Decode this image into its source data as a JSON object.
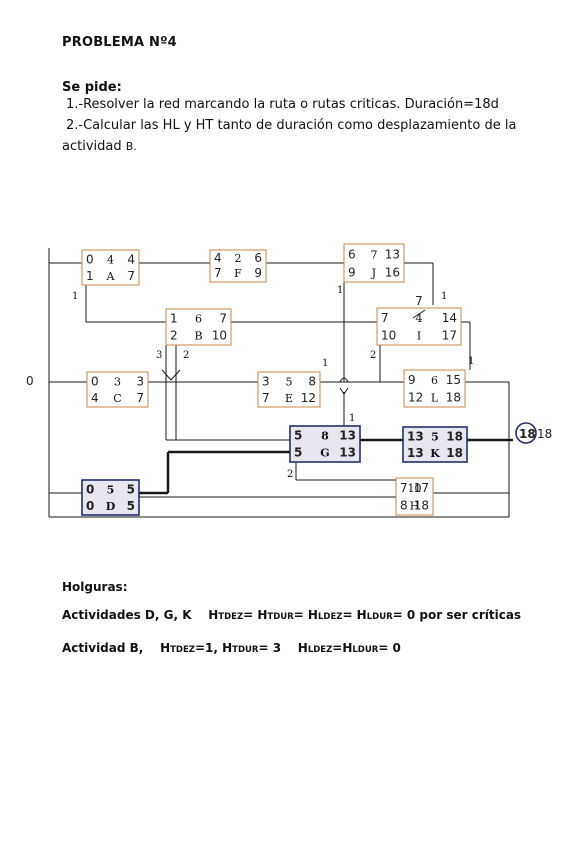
{
  "header": {
    "title": "PROBLEMA Nº4",
    "section": "Se pide:",
    "item1": "1.-Resolver la red  marcando la ruta o rutas criticas. Duración=18d",
    "item2a": "2.-Calcular las HL y HT  tanto  de duración como desplazamiento de la",
    "item2b": "actividad",
    "item2c": "B."
  },
  "diagram": {
    "start_node": "0",
    "end_node": "18",
    "end_note": "18",
    "activities": [
      {
        "id": "A",
        "es": "0",
        "dur": "4",
        "ef": "4",
        "ls": "1",
        "lf": "7",
        "critical": false
      },
      {
        "id": "F",
        "es": "4",
        "dur": "2",
        "ef": "6",
        "ls": "7",
        "lf": "9",
        "critical": false
      },
      {
        "id": "J",
        "es": "6",
        "dur": "7",
        "ef": "13",
        "ls": "9",
        "lf": "16",
        "critical": false
      },
      {
        "id": "B",
        "es": "1",
        "dur": "6",
        "ef": "7",
        "ls": "2",
        "lf": "10",
        "critical": false
      },
      {
        "id": "I",
        "es": "7",
        "dur": "4",
        "ef": "14",
        "ls": "10",
        "lf": "17",
        "critical": false,
        "struck": "7"
      },
      {
        "id": "C",
        "es": "0",
        "dur": "3",
        "ef": "3",
        "ls": "4",
        "lf": "7",
        "critical": false
      },
      {
        "id": "E",
        "es": "3",
        "dur": "5",
        "ef": "8",
        "ls": "7",
        "lf": "12",
        "critical": false
      },
      {
        "id": "L",
        "es": "9",
        "dur": "6",
        "ef": "15",
        "ls": "12",
        "lf": "18",
        "critical": false
      },
      {
        "id": "G",
        "es": "5",
        "dur": "8",
        "ef": "13",
        "ls": "5",
        "lf": "13",
        "critical": true
      },
      {
        "id": "K",
        "es": "13",
        "dur": "5",
        "ef": "18",
        "ls": "13",
        "lf": "18",
        "critical": true
      },
      {
        "id": "D",
        "es": "0",
        "dur": "5",
        "ef": "5",
        "ls": "0",
        "lf": "5",
        "critical": true
      },
      {
        "id": "H",
        "es": "7",
        "dur": "10",
        "ef": "17",
        "ls": "8",
        "lf": "18",
        "critical": false
      }
    ],
    "link_labels": [
      "1",
      "1",
      "1",
      "3",
      "2",
      "1",
      "2",
      "1",
      "1",
      "2"
    ]
  },
  "holguras": {
    "title": "Holguras:",
    "critical_label": "Actividades   D, G, K",
    "critical_h1": "H",
    "critical_h1_sub": "TDEZ",
    "critical_h2": "= H",
    "critical_h2_sub": "TDUR",
    "critical_h3": "= H",
    "critical_h3_sub": "LDEZ",
    "critical_h4": "= H",
    "critical_h4_sub": "LDUR",
    "critical_tail": "= 0 por ser críticas",
    "b_label": "Actividad  B,",
    "b_h1": "H",
    "b_h1_sub": "TDEZ",
    "b_h1_val": "=1,",
    "b_h2": "H",
    "b_h2_sub": "TDUR",
    "b_h2_val": "= 3",
    "b_h3": "H",
    "b_h3_sub": "LDEZ",
    "b_h3_mid": "=H",
    "b_h3_sub2": "LDUR",
    "b_h3_val": "= 0"
  },
  "colors": {
    "line": "#1a1a1a",
    "box_border": "#c8874a",
    "critical_border": "#22306e",
    "critical_fill": "#e8e6ee"
  }
}
